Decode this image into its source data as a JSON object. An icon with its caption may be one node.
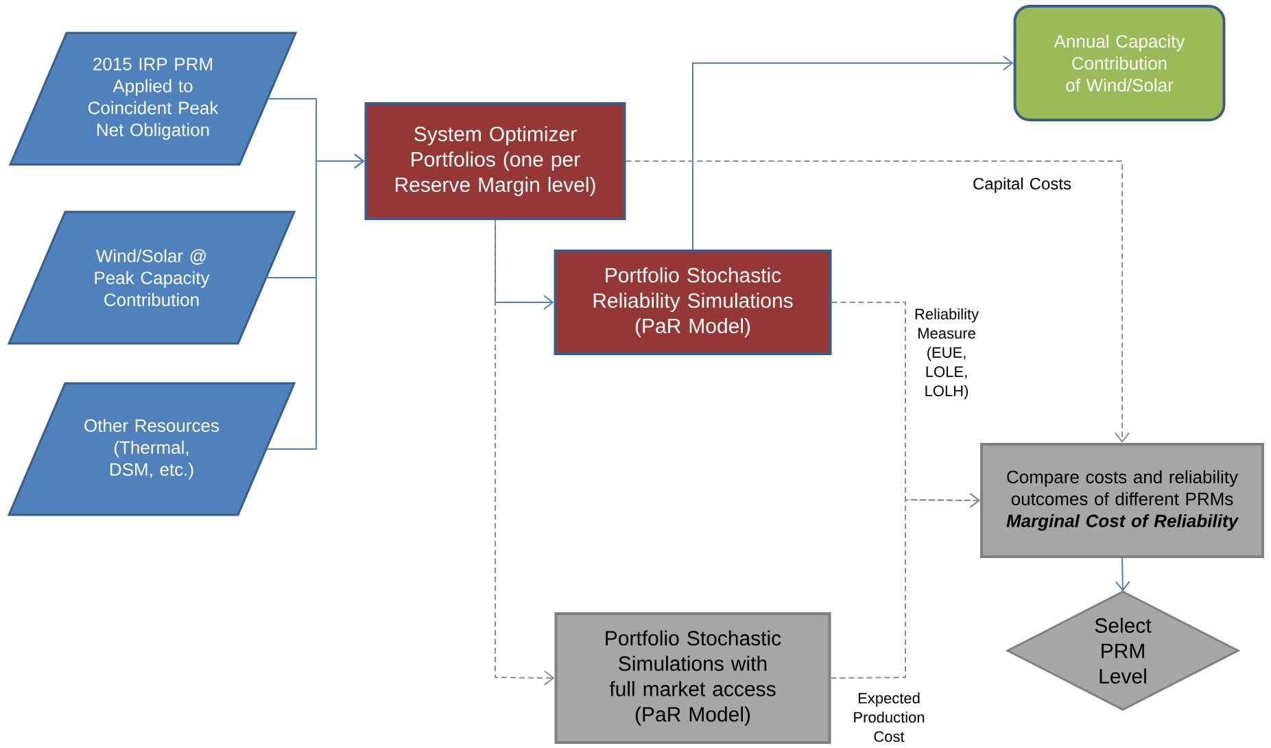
{
  "diagram": {
    "nodes": [
      {
        "text": [
          "2015 IRP PRM Applied to Coincident Peak Net Obligation"
        ]
      },
      {
        "text": [
          "Wind/Solar @ Peak Capacity Contribution"
        ]
      },
      {
        "text": [
          "Other Resources (Thermal, DSM, etc.)"
        ]
      },
      {
        "text": [
          "System Optimizer Portfolios (one per Reserve Margin level)"
        ]
      },
      {
        "text": [
          "Portfolio Stochastic Reliability Simulations (PaR Model)"
        ]
      },
      {
        "text": [
          "Annual Capacity Contribution of Wind/Solar"
        ]
      },
      {
        "text": [
          "Compare costs and reliability outcomes of different PRMs",
          "Marginal Cost of Reliability"
        ]
      },
      {
        "text": [
          "Select PRM Level"
        ]
      },
      {
        "text": [
          "Portfolio Stochastic Simulations with full market access (PaR Model)"
        ]
      }
    ],
    "edges": [
      {
        "from": 0,
        "to": 3,
        "arrow": "to"
      },
      {
        "from": 1,
        "to": 3,
        "arrow": "to"
      },
      {
        "from": 2,
        "to": 3,
        "arrow": "to"
      },
      {
        "from": 3,
        "to": 4,
        "arrow": "to"
      },
      {
        "from": 4,
        "to": 5,
        "arrow": "to"
      },
      {
        "from": 3,
        "to": 6,
        "arrow": "to",
        "label": "Capital Costs",
        "style": "dashed",
        "color": "#8c8c8c"
      },
      {
        "from": 4,
        "to": 6,
        "arrow": "to",
        "label": "Reliability Measure (EUE, LOLE, LOLH)",
        "style": "dashed",
        "color": "#8c8c8c"
      },
      {
        "from": 3,
        "to": 8,
        "arrow": "to",
        "style": "dashed",
        "color": "#8c8c8c"
      },
      {
        "from": 8,
        "to": 6,
        "arrow": "to",
        "label": "Expected Production Cost",
        "style": "dashed",
        "color": "#8c8c8c"
      },
      {
        "from": 6,
        "to": 7,
        "arrow": "to"
      }
    ]
  }
}
